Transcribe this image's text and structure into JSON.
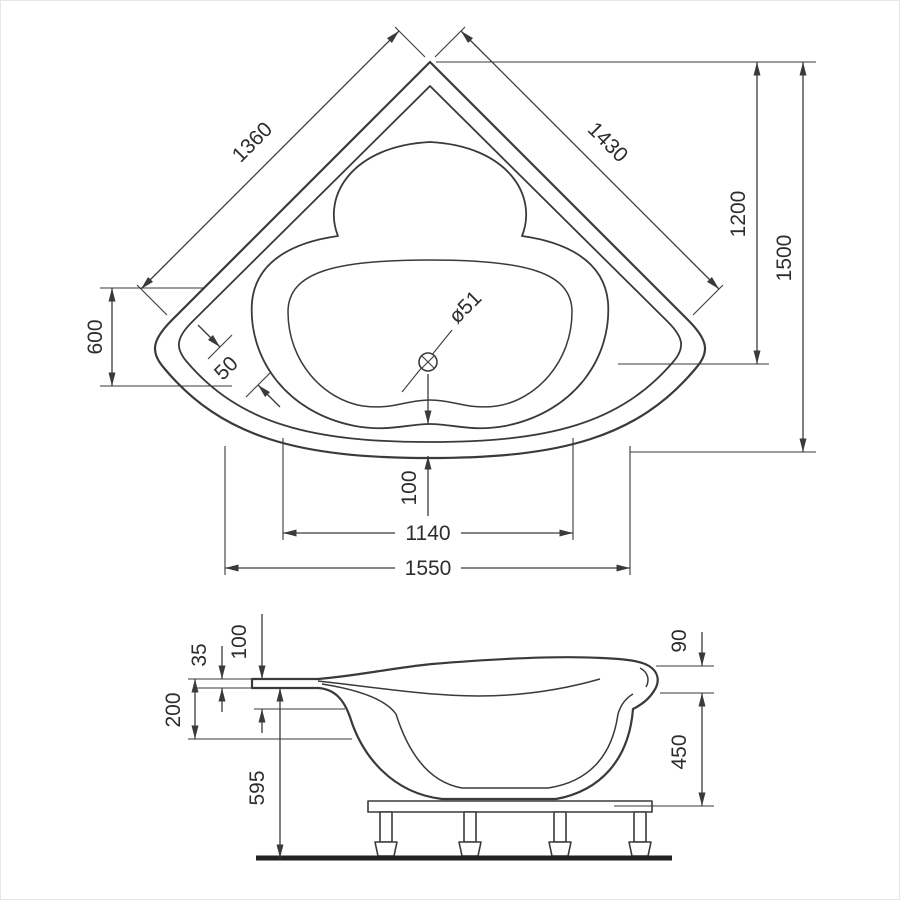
{
  "page": {
    "background": "#ffffff",
    "line_color": "#3a3a3a",
    "text_color": "#2d2d2d"
  },
  "top_view": {
    "labels": {
      "edge_left": "1360",
      "edge_right": "1430",
      "height_inner": "1200",
      "height_outer": "1500",
      "side_offset": "600",
      "rim_width": "50",
      "drain_diameter": "ø51",
      "drain_offset": "100",
      "width_inner": "1140",
      "width_outer": "1550"
    }
  },
  "side_view": {
    "labels": {
      "rim_thickness": "35",
      "rim_height": "100",
      "rim_rise_right": "90",
      "backrest_drop": "200",
      "depth": "450",
      "overall_height": "595"
    }
  }
}
